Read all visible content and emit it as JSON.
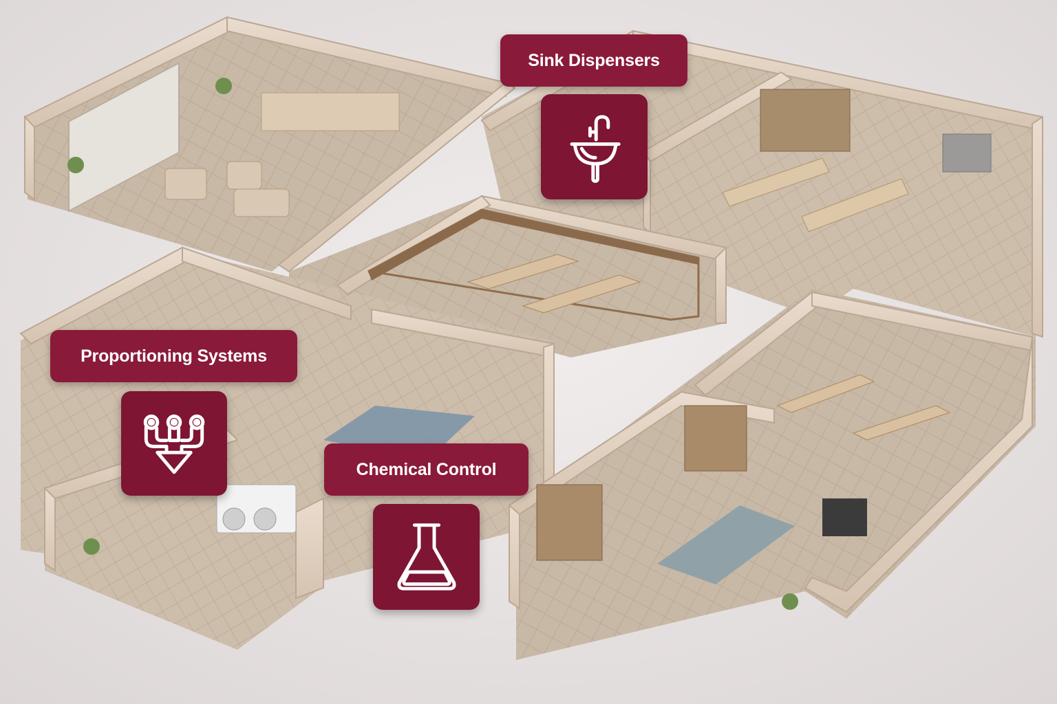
{
  "colors": {
    "accent": "#8a1a3a",
    "accent_tile": "#7d1533",
    "icon": "#ffffff"
  },
  "callouts": [
    {
      "label": "Sink Dispensers",
      "icon": "sink-icon"
    },
    {
      "label": "Proportioning Systems",
      "icon": "proportioning-system-icon"
    },
    {
      "label": "Chemical Control",
      "icon": "flask-icon"
    }
  ]
}
